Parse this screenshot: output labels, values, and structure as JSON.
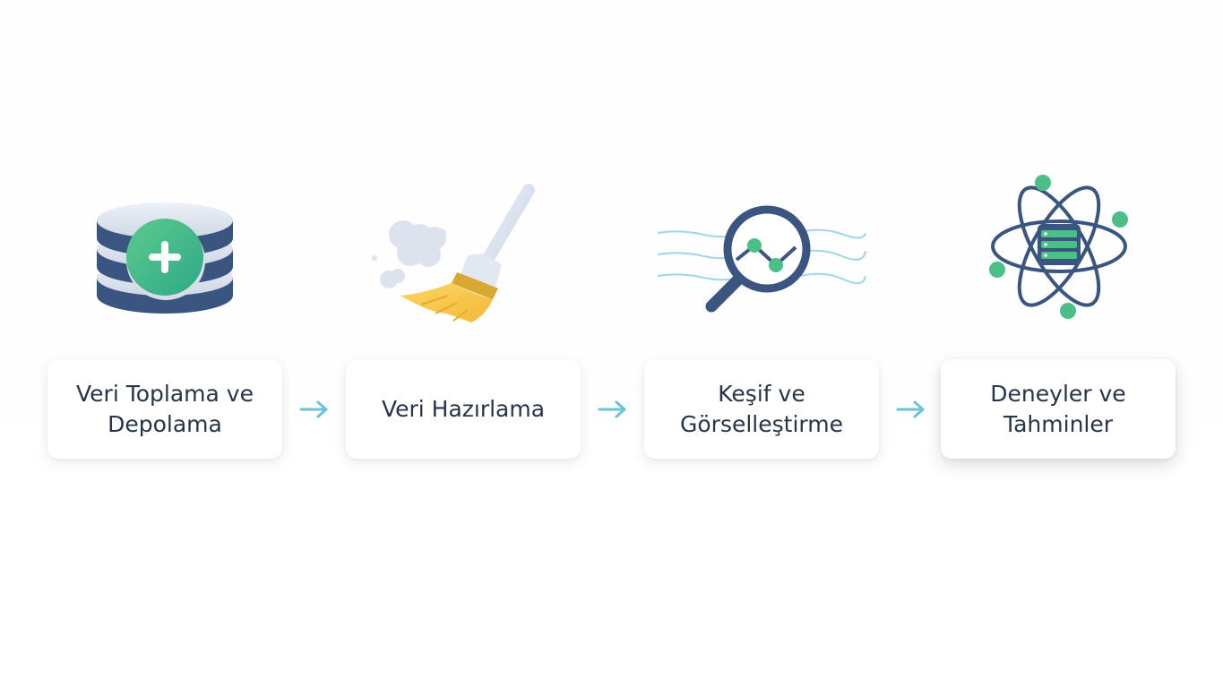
{
  "steps": [
    {
      "label": "Veri Toplama ve Depolama",
      "icon": "database-plus-icon"
    },
    {
      "label": "Veri Hazırlama",
      "icon": "broom-icon"
    },
    {
      "label": "Keşif ve Görselleştirme",
      "icon": "magnifier-chart-icon"
    },
    {
      "label": "Deneyler ve Tahminler",
      "icon": "atom-server-icon"
    }
  ],
  "colors": {
    "text": "#263548",
    "navy": "#3A5580",
    "green": "#4CBF86",
    "yellow": "#F6C744",
    "arrow": "#6CC3D8",
    "disk": "#DCE3EE"
  }
}
